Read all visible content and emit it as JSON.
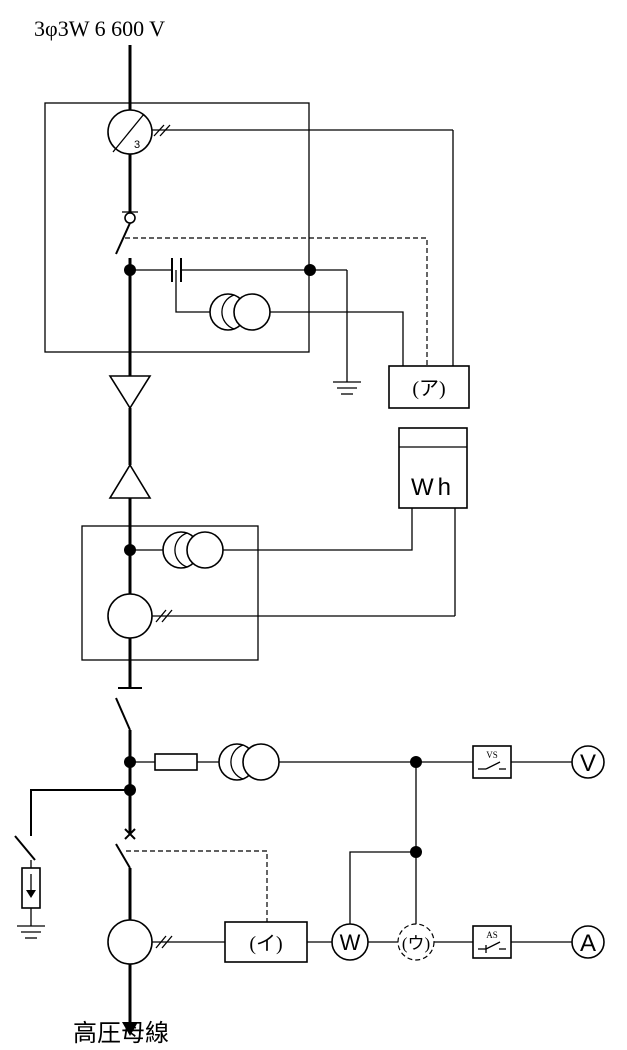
{
  "supply_label": "3φ3W 6 600 V",
  "bus_label": "高圧母線",
  "ct_ratio_mark": "3",
  "box_a_label": "(ア)",
  "box_i_label": "(イ)",
  "meter_u_label": "(ウ)",
  "wh_label": "Wh",
  "voltmeter_label": "V",
  "ammeter_label": "A",
  "wattmeter_label": "W",
  "vs_label": "VS",
  "as_label": "AS"
}
